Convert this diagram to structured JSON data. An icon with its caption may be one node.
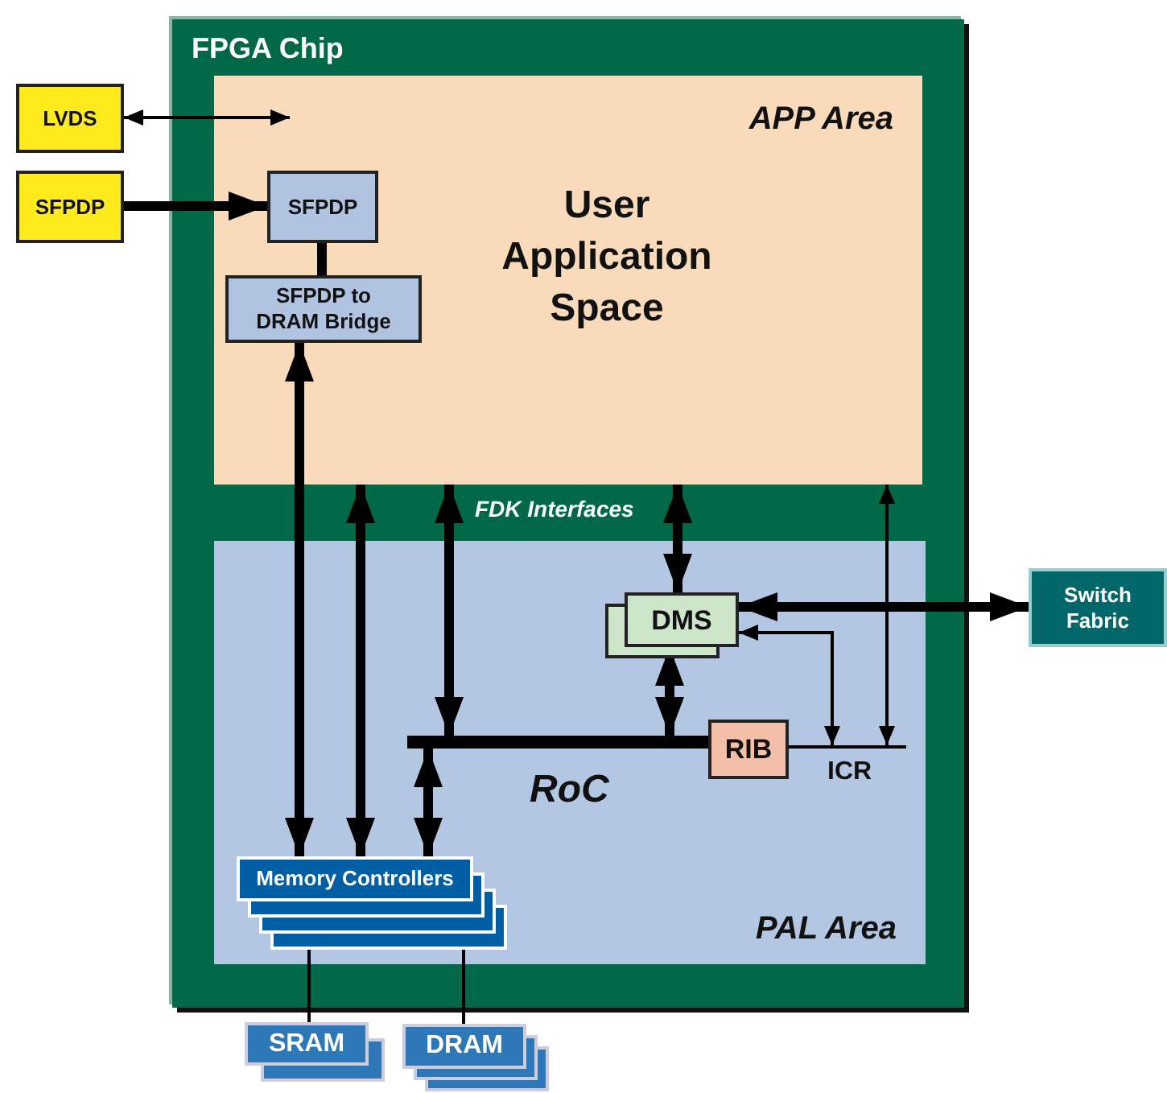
{
  "diagram": {
    "nodes": [
      {
        "text": [
          "FPGA Chip"
        ]
      },
      {
        "text": [
          "APP Area",
          "User Application Space"
        ],
        "in": 0
      },
      {
        "text": [
          "PAL Area"
        ],
        "in": 0
      },
      {
        "text": [
          "LVDS"
        ]
      },
      {
        "text": [
          "SFPDP"
        ]
      },
      {
        "text": [
          "SFPDP"
        ],
        "in": 1
      },
      {
        "text": [
          "SFPDP to DRAM Bridge"
        ],
        "in": 1
      },
      {
        "text": [
          "DMS"
        ],
        "in": 2
      },
      {
        "text": [
          "RoC"
        ],
        "in": 2
      },
      {
        "text": [
          "RIB"
        ],
        "in": 2
      },
      {
        "text": [
          "ICR"
        ],
        "in": 2
      },
      {
        "text": [
          "Memory Controllers"
        ],
        "in": 2
      },
      {
        "text": [
          "Switch Fabric"
        ]
      },
      {
        "text": [
          "SRAM"
        ]
      },
      {
        "text": [
          "DRAM"
        ]
      }
    ],
    "edges": [
      {
        "from": 3,
        "to": 1,
        "arrow": "both"
      },
      {
        "from": 4,
        "to": 5,
        "arrow": "to"
      },
      {
        "from": 5,
        "to": 6,
        "arrow": "none"
      },
      {
        "from": 6,
        "to": 11,
        "arrow": "both"
      },
      {
        "from": 1,
        "to": 11,
        "arrow": "both"
      },
      {
        "from": 1,
        "to": 8,
        "arrow": "both"
      },
      {
        "from": 8,
        "to": 11,
        "arrow": "both"
      },
      {
        "from": 1,
        "to": 7,
        "arrow": "both"
      },
      {
        "from": 7,
        "to": 8,
        "arrow": "both"
      },
      {
        "from": 7,
        "to": 12,
        "arrow": "both"
      },
      {
        "from": 7,
        "to": 10,
        "arrow": "both"
      },
      {
        "from": 1,
        "to": 10,
        "arrow": "both"
      },
      {
        "from": 11,
        "to": 13,
        "arrow": "none"
      },
      {
        "from": 11,
        "to": 14,
        "arrow": "none"
      }
    ],
    "labels": [
      "FDK Interfaces"
    ]
  }
}
